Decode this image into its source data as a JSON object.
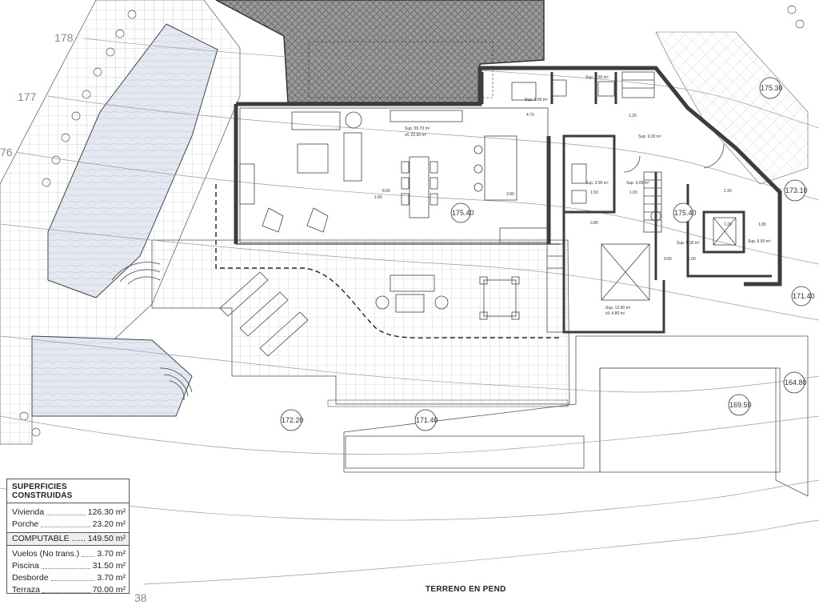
{
  "contours": [
    "178",
    "177",
    "76",
    "38"
  ],
  "levels": [
    "175.30",
    "173.10",
    "175.40",
    "175.40",
    "171.40",
    "172.20",
    "171.40",
    "164.80",
    "169.50"
  ],
  "rooms": {
    "living": {
      "area": "Sup. 55.70 m²",
      "sub": "vll. 22.60 m²"
    },
    "bath1": {
      "area": "Sup. 2.65 m²"
    },
    "bath2": {
      "area": "Sup. 2.50 m²"
    },
    "hall": {
      "area": "Sup. 9.20 m²"
    },
    "bath3": {
      "area": "Sup. 3.90 m²"
    },
    "closet": {
      "area": "Sup. 3.00 m²"
    },
    "stair": {
      "area": "Sup. 5.35 m²"
    },
    "store": {
      "area": "Sup. 6.50 m²"
    },
    "bedroom": {
      "area": "Sup. 12.00 m²",
      "sub": "vll. 4.80 m²"
    }
  },
  "dims": [
    "4.70",
    "1.20",
    "8.60",
    "1.80",
    "3.80",
    "1.50",
    "1.00",
    "3.80",
    "0.60",
    "1.00",
    "2.30",
    "1.20",
    "1.80"
  ],
  "table": {
    "title": "SUPERFICIES CONSTRUIDAS",
    "rows1": [
      {
        "label": "Vivienda",
        "value": "126.30 m²"
      },
      {
        "label": "Porche",
        "value": "23.20 m²"
      }
    ],
    "computable": {
      "label": "COMPUTABLE ......",
      "value": "149.50 m²"
    },
    "rows2": [
      {
        "label": "Vuelos (No trans.)",
        "value": "3.70 m²"
      },
      {
        "label": "Piscina",
        "value": "31.50 m²"
      },
      {
        "label": "Desborde",
        "value": "3.70 m²"
      },
      {
        "label": "Terraza",
        "value": "70.00 m²"
      }
    ]
  },
  "footer": "TERRENO EN PEND",
  "colors": {
    "wall": "#4a4a4a",
    "hatch": "#6a6a6a",
    "pool": "#dde3ee",
    "grid": "#b8b8b8"
  }
}
